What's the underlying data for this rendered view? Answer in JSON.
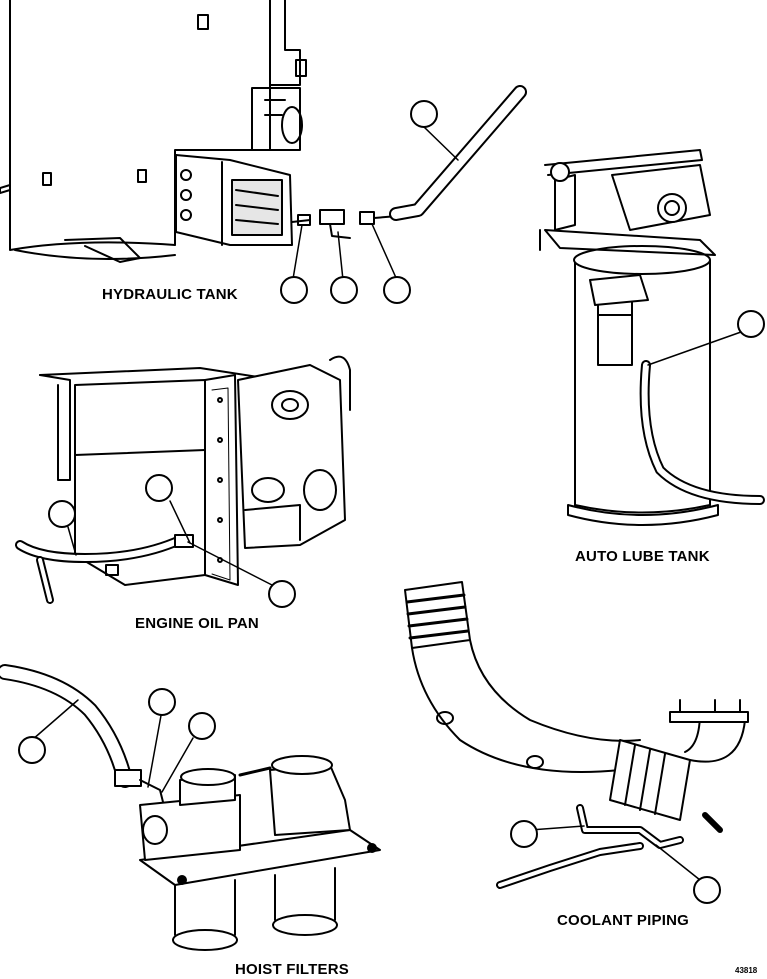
{
  "panels": {
    "hydraulic_tank": {
      "label": "HYDRAULIC TANK"
    },
    "auto_lube_tank": {
      "label": "AUTO LUBE TANK"
    },
    "engine_oil_pan": {
      "label": "ENGINE OIL PAN"
    },
    "coolant_piping": {
      "label": "COOLANT PIPING"
    },
    "hoist_filters": {
      "label": "HOIST FILTERS"
    }
  },
  "figure_number": "43818",
  "colors": {
    "ink": "#000000",
    "paper": "#ffffff",
    "shade": "#d9d9d9"
  }
}
